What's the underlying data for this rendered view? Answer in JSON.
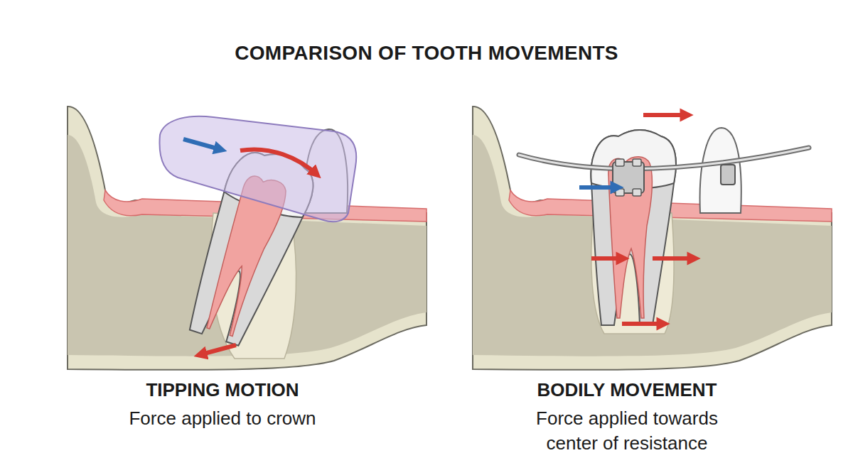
{
  "diagram": {
    "title": "COMPARISON OF TOOTH MOVEMENTS",
    "labels": [
      "TIPPING MOTION",
      "Force applied to crown",
      "BODILY MOVEMENT",
      "Force applied towards center of resistance"
    ]
  }
}
